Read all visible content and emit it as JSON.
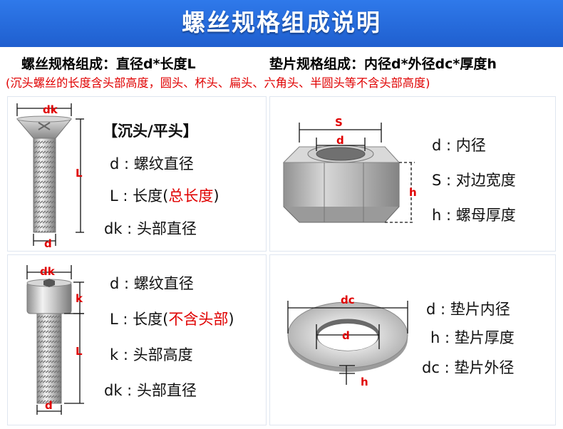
{
  "title": "螺丝规格组成说明",
  "screw_spec": "螺丝规格组成：直径d*长度L",
  "washer_spec": "垫片规格组成：内径d*外径dc*厚度h",
  "note": "(沉头螺丝的长度含头部高度，圆头、杯头、扁头、六角头、半圆头等不含头部高度)",
  "countersunk": {
    "heading": "【沉头/平头】",
    "labels": [
      {
        "key": "d",
        "sep": " : ",
        "text": "螺纹直径"
      },
      {
        "key": "L",
        "sep": " : ",
        "pre": "长度(",
        "red": "总长度",
        "post": ")"
      },
      {
        "key": "dk",
        "sep": " : ",
        "text": "头部直径"
      }
    ],
    "dims": {
      "top": "dk",
      "side": "L",
      "bottom": "d"
    }
  },
  "nut": {
    "labels": [
      {
        "key": "d",
        "sep": " : ",
        "text": "内径"
      },
      {
        "key": "S",
        "sep": " : ",
        "text": "对边宽度"
      },
      {
        "key": "h",
        "sep": " : ",
        "text": "螺母厚度"
      }
    ],
    "dims": {
      "s": "S",
      "d": "d",
      "h": "h"
    }
  },
  "cap_screw": {
    "labels": [
      {
        "key": "d",
        "sep": " : ",
        "text": "螺纹直径"
      },
      {
        "key": "L",
        "sep": " : ",
        "pre": "长度(",
        "red": "不含头部",
        "post": ")"
      },
      {
        "key": "k",
        "sep": " : ",
        "text": "头部高度"
      },
      {
        "key": "dk",
        "sep": " : ",
        "text": "头部直径"
      }
    ],
    "dims": {
      "top": "dk",
      "k": "k",
      "side": "L",
      "bottom": "d"
    }
  },
  "washer": {
    "labels": [
      {
        "key": "d",
        "sep": " : ",
        "text": "垫片内径"
      },
      {
        "key": "h",
        "sep": " : ",
        "text": "垫片厚度"
      },
      {
        "key": "dc",
        "sep": " : ",
        "text": "垫片外径"
      }
    ],
    "dims": {
      "dc": "dc",
      "d": "d",
      "h": "h"
    }
  },
  "colors": {
    "banner": "#2a6fe0",
    "accent_red": "#e00000"
  }
}
